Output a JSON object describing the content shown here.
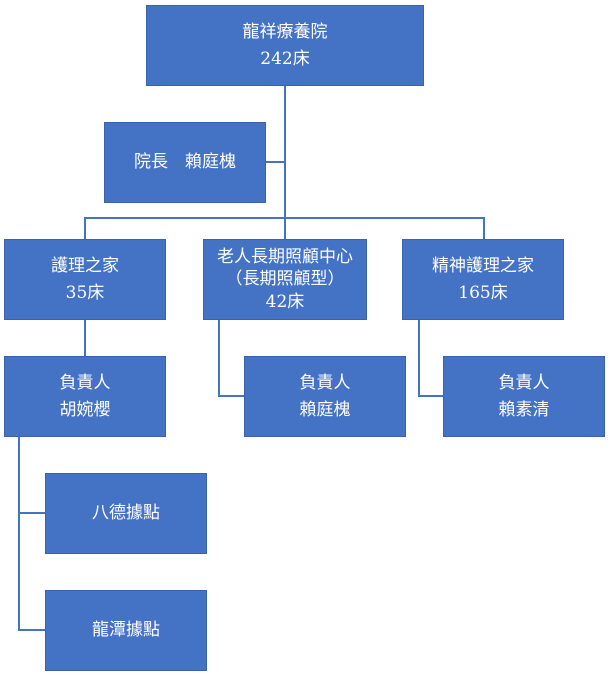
{
  "top": {
    "name": "龍祥療養院",
    "beds": "242床"
  },
  "director": {
    "label": "院長　賴庭槐"
  },
  "units": [
    {
      "name": "護理之家",
      "beds": "35床"
    },
    {
      "name": "老人長期照顧中心",
      "sub": "（長期照顧型）",
      "beds": "42床"
    },
    {
      "name": "精神護理之家",
      "beds": "165床"
    }
  ],
  "heads": [
    {
      "title": "負責人",
      "person": "胡婉櫻"
    },
    {
      "title": "負責人",
      "person": "賴庭槐"
    },
    {
      "title": "負責人",
      "person": "賴素清"
    }
  ],
  "sites": [
    {
      "name": "八德據點"
    },
    {
      "name": "龍潭據點"
    }
  ]
}
